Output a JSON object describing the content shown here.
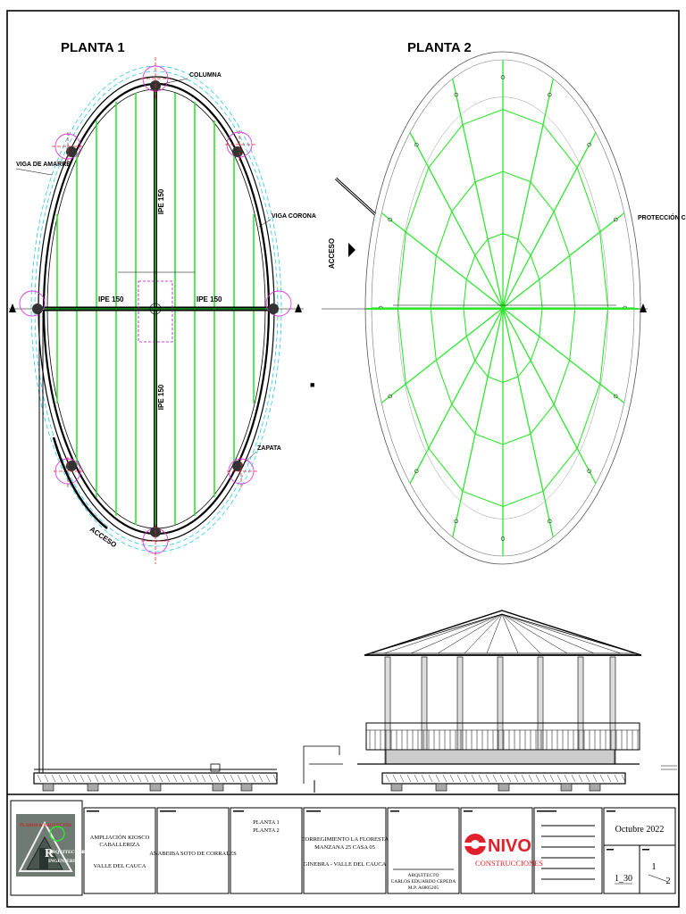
{
  "plan1": {
    "title": "PLANTA 1",
    "labels": {
      "columna": "COLUMNA",
      "viga_amarre": "VIGA DE AMARRE",
      "viga_corona": "VIGA CORONA",
      "zapata": "ZAPATA",
      "acceso": "ACCESO",
      "ipe_left": "IPE 150",
      "ipe_right": "IPE 150",
      "ipe_top": "IPE 150",
      "ipe_bottom": "IPE 150"
    }
  },
  "plan2": {
    "title": "PLANTA 2",
    "labels": {
      "proteccion": "PROTECCIÓN CUBIERTA",
      "acceso": "ACCESO"
    }
  },
  "title_block": {
    "project_lines": [
      "AMPLIACIÓN KIOSCO",
      "CABALLERIZA",
      "VALLE DEL CAUCA"
    ],
    "owner": "ANABEIBA SOTO DE CORRALES",
    "contents_lines": [
      "PLANTA 1",
      "PLANTA 2"
    ],
    "location_lines": [
      "CORREGIMIENTO LA FLORESTA",
      "MANZANA 25 CASA 05",
      "GINEBRA - VALLE DEL CAUCA"
    ],
    "architect_lines": [
      "ARQUITECTO",
      "CARLOS EDUARDO CEPEDA",
      "M.P. A6805205"
    ],
    "company_name": "NIVO",
    "company_sub": "CONSTRUCCIONES",
    "logo_lines": [
      "PLANOS & PROYECTOS",
      "ARQUITECTURA",
      "INGENIERIA"
    ],
    "date": "Octubre 2022",
    "scale": "1_30",
    "sheet_number": "1",
    "sheet_total": "2",
    "colors": {
      "brand_red": "#e0202a",
      "green": "#2ee62e"
    }
  }
}
